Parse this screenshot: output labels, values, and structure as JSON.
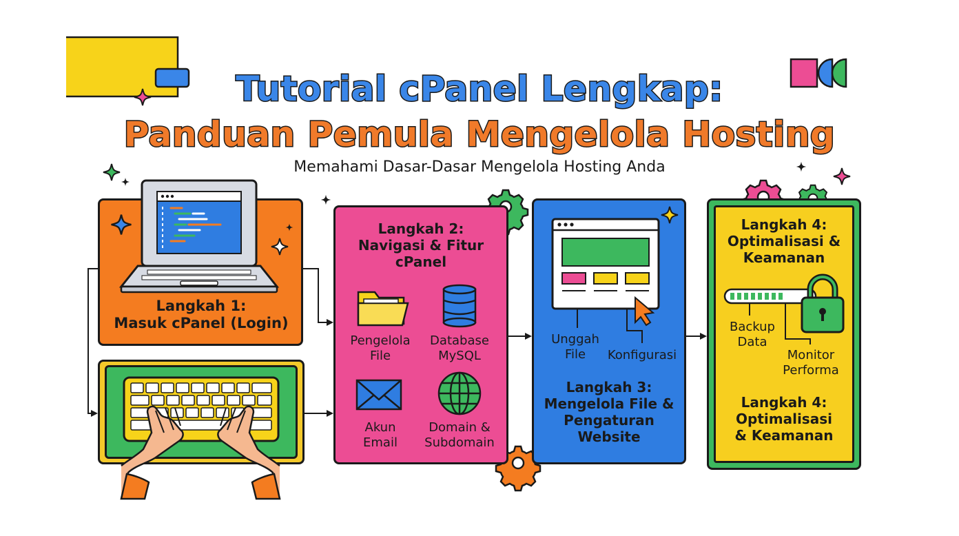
{
  "header": {
    "title_line1": "Tutorial cPanel Lengkap:",
    "title_line2": "Panduan Pemula Mengelola Hosting",
    "subtitle": "Memahami Dasar-Dasar Mengelola Hosting Anda"
  },
  "steps": {
    "step1": {
      "title": "Langkah 1:\nMasuk cPanel (Login)"
    },
    "step2": {
      "title": "Langkah 2:\nNavigasi & Fitur\ncPanel",
      "features": {
        "file_manager": "Pengelola\nFile",
        "database": "Database\nMySQL",
        "email": "Akun\nEmail",
        "domain": "Domain &\nSubdomain"
      }
    },
    "step3": {
      "title": "Langkah 3:\nMengelola File &\nPengaturan\nWebsite",
      "upload_label": "Unggah\nFile",
      "config_label": "Konfigurasi"
    },
    "step4": {
      "title_top": "Langkah 4:\nOptimalisasi &\nKeamanan",
      "title_bottom": "Langkah 4:\nOptimalisasi\n& Keamanan",
      "backup_label": "Backup\nData",
      "monitor_label": "Monitor\nPerforma"
    }
  },
  "colors": {
    "orange": "#f47c20",
    "blue": "#2f7de1",
    "pink": "#ec4d94",
    "green": "#3db85e",
    "yellow": "#f7cf1f",
    "outline": "#1a1a1a"
  },
  "icons": [
    "laptop-icon",
    "keyboard-icon",
    "folder-icon",
    "database-icon",
    "mail-icon",
    "globe-icon",
    "browser-window-icon",
    "cursor-icon",
    "progress-bar-icon",
    "padlock-icon",
    "gear-icon",
    "sparkle-icon"
  ]
}
